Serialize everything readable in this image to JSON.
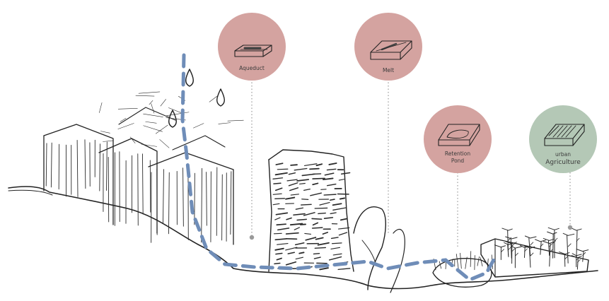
{
  "colors": {
    "circle_red": "#d4a3a0",
    "circle_green": "#b4c8b6",
    "water_path": "#6f8db8",
    "ink": "#222222",
    "leader": "#9a9a9a"
  },
  "features": [
    {
      "id": "aqueduct",
      "label_lines": [
        "Aqueduct"
      ],
      "icon": "aqueduct-block-icon",
      "color": "circle_red"
    },
    {
      "id": "melt",
      "label_lines": [
        "Melt"
      ],
      "icon": "melt-channel-block-icon",
      "color": "circle_red"
    },
    {
      "id": "retention-pond",
      "label_lines": [
        "Retention",
        "Pond"
      ],
      "icon": "retention-pond-block-icon",
      "color": "circle_red"
    },
    {
      "id": "urban-agriculture",
      "label_lines": [
        "urban",
        "Agriculture"
      ],
      "icon": "terraced-field-block-icon",
      "color": "circle_green"
    }
  ]
}
